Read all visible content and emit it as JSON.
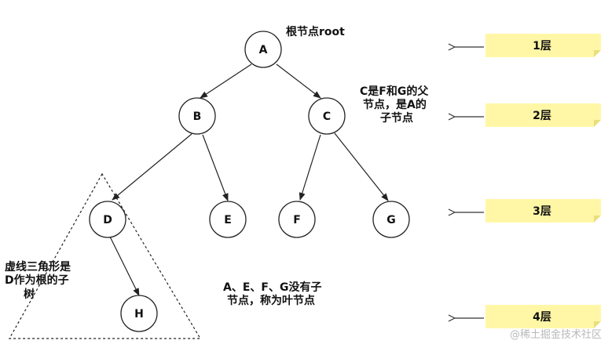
{
  "nodes": {
    "A": "A",
    "B": "B",
    "C": "C",
    "D": "D",
    "E": "E",
    "F": "F",
    "G": "G",
    "H": "H"
  },
  "annotations": {
    "root": "根节点root",
    "c_parent": [
      "C是F和G的父",
      "节点，是A的",
      "子节点"
    ],
    "subtree": [
      "虚线三角形是",
      "D作为根的子",
      "树"
    ],
    "leaves": [
      "A、E、F、G没有子",
      "节点，称为叶节点"
    ]
  },
  "levels": [
    "1层",
    "2层",
    "3层",
    "4层"
  ],
  "colors": {
    "note": "#fff7a6",
    "note_fold": "#e9df7c"
  },
  "watermark": "@稀土掘金技术社区"
}
